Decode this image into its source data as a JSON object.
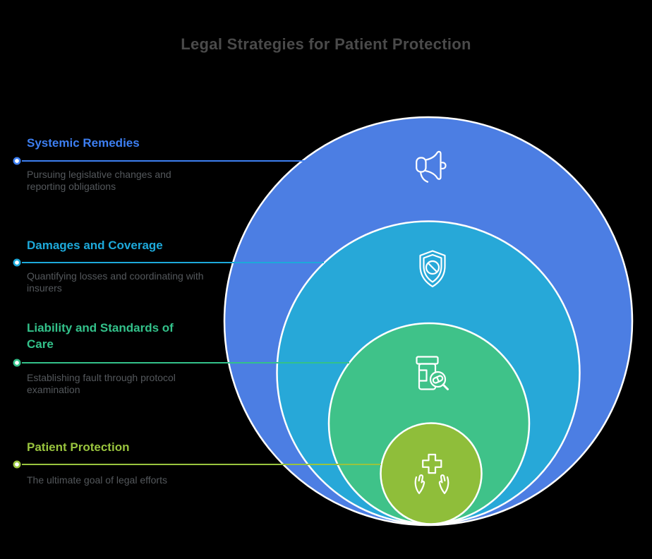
{
  "title": "Legal Strategies for Patient Protection",
  "colors": {
    "background": "#000000",
    "title_text": "#4a4a4a",
    "description_text": "#54585c",
    "circle_stroke": "#ffffff",
    "icon_stroke": "#ffffff"
  },
  "layers": [
    {
      "label": "Systemic Remedies",
      "description": "Pursuing legislative changes and reporting obligations",
      "fill": "#4c7ee3",
      "accent": "#3d7ff2",
      "icon": "megaphone-icon"
    },
    {
      "label": "Damages and Coverage",
      "description": "Quantifying losses and coordinating with insurers",
      "fill": "#27a8d8",
      "accent": "#1da9da",
      "icon": "shield-ban-icon"
    },
    {
      "label": "Liability and Standards of Care",
      "description": "Establishing fault through protocol examination",
      "fill": "#3fc289",
      "accent": "#33c18a",
      "icon": "pill-bottle-search-icon"
    },
    {
      "label": "Patient Protection",
      "description": "The ultimate goal of legal efforts",
      "fill": "#8fbe3a",
      "accent": "#99c43e",
      "icon": "hands-cross-icon"
    }
  ]
}
